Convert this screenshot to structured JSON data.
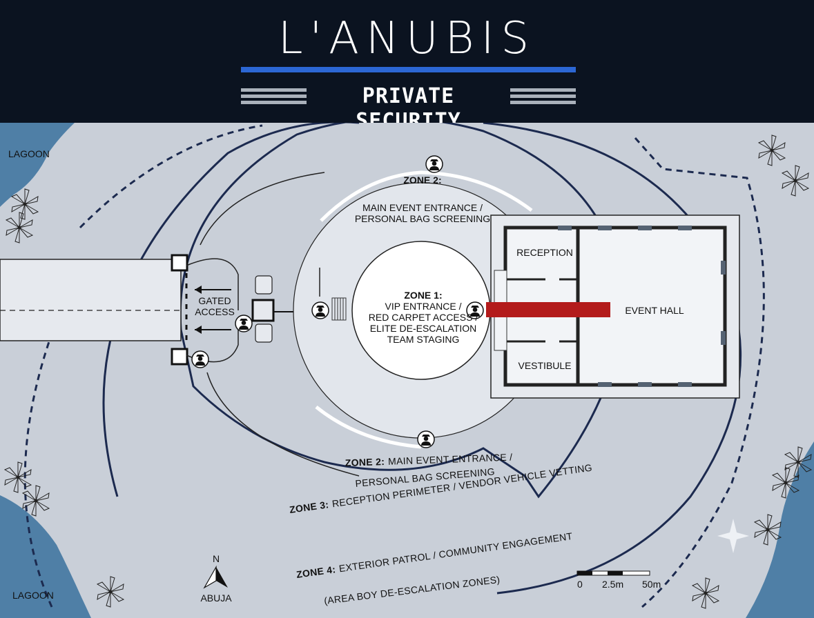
{
  "header": {
    "brand": "L'ANUBIS",
    "subtitle": "PRIVATE SECURITY"
  },
  "map": {
    "water_labels": [
      "LAGOON",
      "LAGOON"
    ],
    "gate": {
      "line1": "GATED",
      "line2": "ACCESS"
    },
    "zone1": {
      "title": "ZONE 1:",
      "lines": [
        "VIP ENTRANCE /",
        "RED CARPET ACCESS /",
        "ELITE DE-ESCALATION",
        "TEAM STAGING"
      ]
    },
    "zone2_top": {
      "title": "ZONE 2:",
      "lines": [
        "MAIN EVENT ENTRANCE /",
        "PERSONAL BAG SCREENING"
      ]
    },
    "zone2_arc": {
      "title": "ZONE 2:",
      "line1": "MAIN EVENT ENTRANCE /",
      "line2": "PERSONAL BAG SCREENING"
    },
    "zone3_arc": {
      "title": "ZONE 3:",
      "text": "RECEPTION PERIMETER / VENDOR VEHICLE VETTING"
    },
    "zone4_arc": {
      "title": "ZONE 4:",
      "line1": "EXTERIOR PATROL / COMMUNITY ENGAGEMENT",
      "line2": "(AREA BOY DE-ESCALATION ZONES)"
    },
    "rooms": {
      "reception": "RECEPTION",
      "vestibule": "VESTIBULE",
      "event_hall": "EVENT HALL"
    },
    "compass": {
      "north": "N",
      "city": "ABUJA"
    },
    "scale_bar": {
      "ticks": [
        "0",
        "2.5m",
        "50m"
      ]
    }
  },
  "colors": {
    "header_bg": "#0b1320",
    "accent_blue": "#2c67d4",
    "ground": "#c9cfd8",
    "water": "#4f7fa6",
    "ring_line": "#1c2a4f",
    "carpet": "#b31b1b"
  },
  "icons": [
    "security-guard-icon",
    "palm-tree-icon",
    "compass-arrow-icon",
    "sparkle-icon"
  ]
}
